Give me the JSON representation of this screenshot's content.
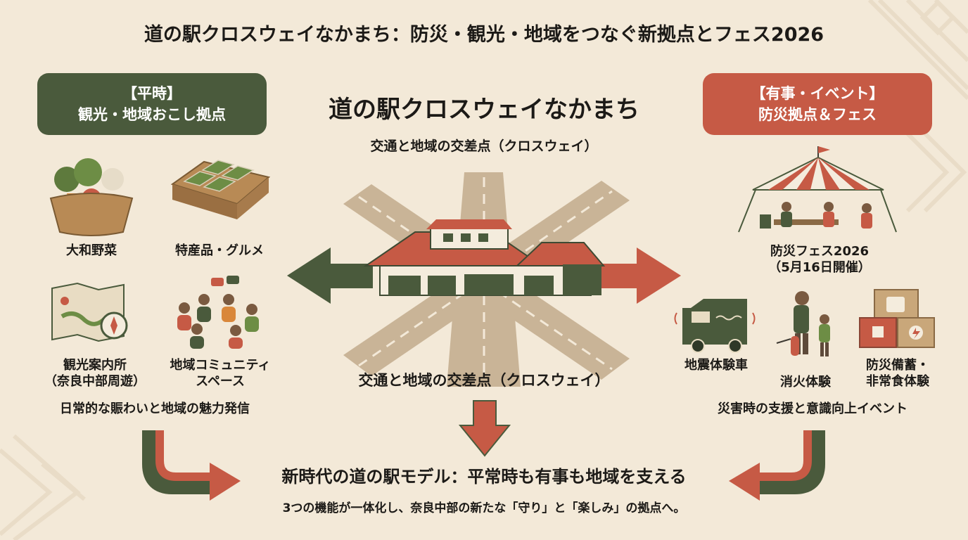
{
  "title": "道の駅クロスウェイなかまち：防災・観光・地域をつなぐ新拠点とフェス2026",
  "left_panel": {
    "heading_line1": "【平時】",
    "heading_line2": "観光・地域おこし拠点",
    "items": [
      {
        "label": "大和野菜"
      },
      {
        "label": "特産品・グルメ"
      },
      {
        "label_line1": "観光案内所",
        "label_line2": "（奈良中部周遊）"
      },
      {
        "label_line1": "地域コミュニティ",
        "label_line2": "スペース"
      }
    ],
    "caption": "日常的な賑わいと地域の魅力発信"
  },
  "center": {
    "name": "道の駅クロスウェイなかまち",
    "subtitle": "交通と地域の交差点（クロスウェイ）",
    "caption": "交通と地域の交差点（クロスウェイ）"
  },
  "right_panel": {
    "heading_line1": "【有事・イベント】",
    "heading_line2": "防災拠点＆フェス",
    "fes_line1": "防災フェス2026",
    "fes_line2": "（5月16日開催）",
    "items": [
      {
        "label": "地震体験車"
      },
      {
        "label": "消火体験"
      },
      {
        "label_line1": "防災備蓄・",
        "label_line2": "非常食体験"
      }
    ],
    "caption": "災害時の支援と意識向上イベント"
  },
  "bottom": {
    "heading": "新時代の道の駅モデル：平常時も有事も地域を支える",
    "subtext": "3つの機能が一体化し、奈良中部の新たな「守り」と「楽しみ」の拠点へ。"
  },
  "colors": {
    "background": "#f3e9d8",
    "green": "#4a5a3c",
    "red": "#c65a45",
    "road": "#c9b497"
  }
}
